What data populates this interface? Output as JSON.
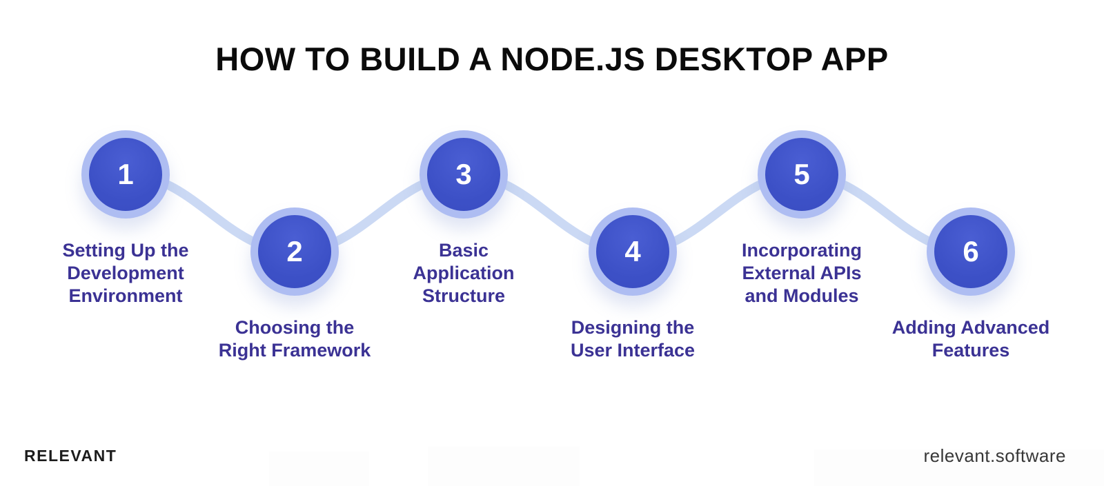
{
  "title": "HOW TO BUILD A NODE.JS DESKTOP APP",
  "steps": [
    {
      "number": "1",
      "label": "Setting Up the\nDevelopment\nEnvironment"
    },
    {
      "number": "2",
      "label": "Choosing the\nRight Framework"
    },
    {
      "number": "3",
      "label": "Basic\nApplication\nStructure"
    },
    {
      "number": "4",
      "label": "Designing the\nUser Interface"
    },
    {
      "number": "5",
      "label": "Incorporating\nExternal APIs\nand Modules"
    },
    {
      "number": "6",
      "label": "Adding Advanced\nFeatures"
    }
  ],
  "footer": {
    "brand": "RELEVANT",
    "website": "relevant.software"
  },
  "colors": {
    "circle_fill": "#3f53c7",
    "circle_ring": "#aebdf2",
    "connector": "#cbd9f4",
    "label_text": "#3b3294",
    "title_text": "#0b0b0b",
    "number_text": "#ffffff"
  }
}
